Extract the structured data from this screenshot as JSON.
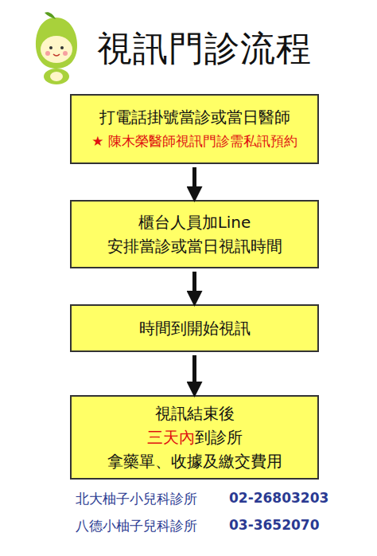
{
  "diagram": {
    "title": "視訊門診流程",
    "nodes": [
      {
        "text": [
          "打電話掛號當診或當日醫師",
          "★ 陳木榮醫師視訊門診需私訊預約"
        ]
      },
      {
        "text": [
          "櫃台人員加Line",
          "安排當診或當日視訊時間"
        ]
      },
      {
        "text": [
          "時間到開始視訊"
        ]
      },
      {
        "text": [
          "視訊結束後",
          "三天內",
          "到診所",
          "拿藥單、收據及繳交費用"
        ]
      }
    ],
    "edges": [
      {
        "from": 0,
        "to": 1,
        "arrow": "to"
      },
      {
        "from": 1,
        "to": 2,
        "arrow": "to"
      },
      {
        "from": 2,
        "to": 3,
        "arrow": "to"
      }
    ],
    "labels": [
      "北大柚子小兒科診所",
      "02-26803203",
      "八德小柚子兒科診所",
      "03-3652070"
    ]
  }
}
